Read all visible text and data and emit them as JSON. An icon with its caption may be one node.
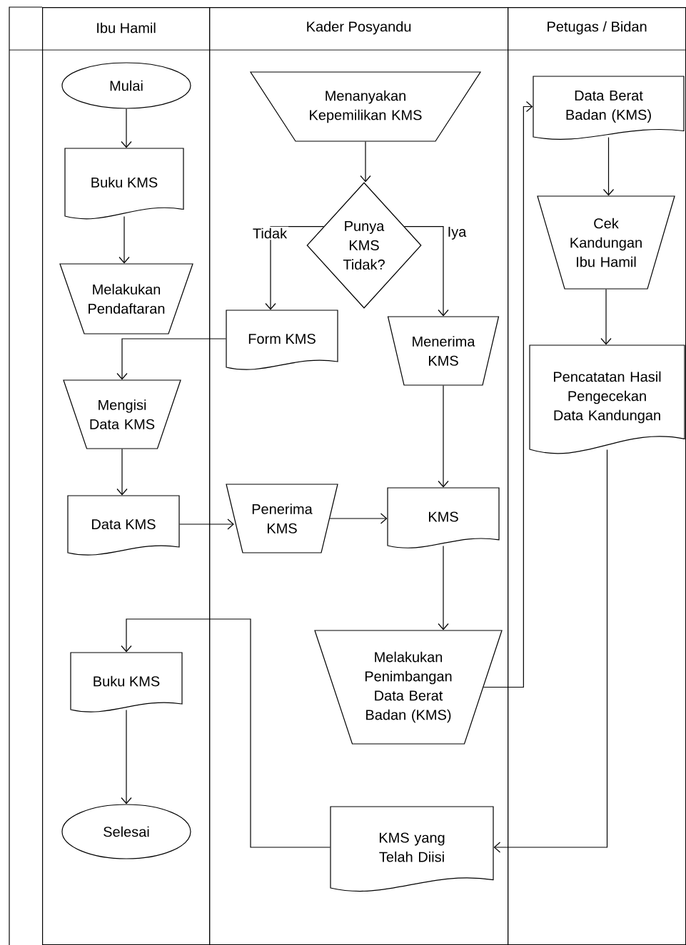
{
  "diagram": {
    "nodes": [
      {
        "text": [
          "Ibu Hamil"
        ]
      },
      {
        "text": [
          "Kader Posyandu"
        ]
      },
      {
        "text": [
          "Petugas / Bidan"
        ]
      },
      {
        "text": [
          "Mulai"
        ],
        "in": 0
      },
      {
        "text": [
          "Buku KMS"
        ],
        "in": 0
      },
      {
        "text": [
          "Melakukan Pendaftaran"
        ],
        "in": 0
      },
      {
        "text": [
          "Mengisi Data KMS"
        ],
        "in": 0
      },
      {
        "text": [
          "Data KMS"
        ],
        "in": 0
      },
      {
        "text": [
          "Buku KMS"
        ],
        "in": 0
      },
      {
        "text": [
          "Selesai"
        ],
        "in": 0
      },
      {
        "text": [
          "Menanyakan Kepemilikan KMS"
        ],
        "in": 1
      },
      {
        "text": [
          "Punya KMS Tidak?"
        ],
        "in": 1
      },
      {
        "text": [
          "Form KMS"
        ],
        "in": 1
      },
      {
        "text": [
          "Menerima KMS"
        ],
        "in": 1
      },
      {
        "text": [
          "Penerima KMS"
        ],
        "in": 1
      },
      {
        "text": [
          "KMS"
        ],
        "in": 1
      },
      {
        "text": [
          "Melakukan Penimbangan Data Berat Badan (KMS)"
        ],
        "in": 1
      },
      {
        "text": [
          "KMS yang Telah Diisi"
        ],
        "in": 1
      },
      {
        "text": [
          "Data Berat Badan (KMS)"
        ],
        "in": 2
      },
      {
        "text": [
          "Cek Kandungan Ibu Hamil"
        ],
        "in": 2
      },
      {
        "text": [
          "Pencatatan Hasil Pengecekan Data Kandungan"
        ],
        "in": 2
      }
    ],
    "edges": [
      {
        "from": 3,
        "to": 4,
        "arrow": "to"
      },
      {
        "from": 4,
        "to": 5,
        "arrow": "to"
      },
      {
        "from": 12,
        "to": 6,
        "arrow": "to"
      },
      {
        "from": 6,
        "to": 7,
        "arrow": "to"
      },
      {
        "from": 7,
        "to": 14,
        "arrow": "to"
      },
      {
        "from": 14,
        "to": 15,
        "arrow": "to"
      },
      {
        "from": 10,
        "to": 11,
        "arrow": "to"
      },
      {
        "from": 11,
        "to": 12,
        "arrow": "to",
        "label": "Tidak"
      },
      {
        "from": 11,
        "to": 13,
        "arrow": "to",
        "label": "Iya"
      },
      {
        "from": 13,
        "to": 15,
        "arrow": "to"
      },
      {
        "from": 15,
        "to": 16,
        "arrow": "to"
      },
      {
        "from": 16,
        "to": 18,
        "arrow": "to"
      },
      {
        "from": 18,
        "to": 19,
        "arrow": "to"
      },
      {
        "from": 19,
        "to": 20,
        "arrow": "to"
      },
      {
        "from": 20,
        "to": 17,
        "arrow": "to"
      },
      {
        "from": 17,
        "to": 8,
        "arrow": "to"
      },
      {
        "from": 8,
        "to": 9,
        "arrow": "to"
      }
    ]
  }
}
